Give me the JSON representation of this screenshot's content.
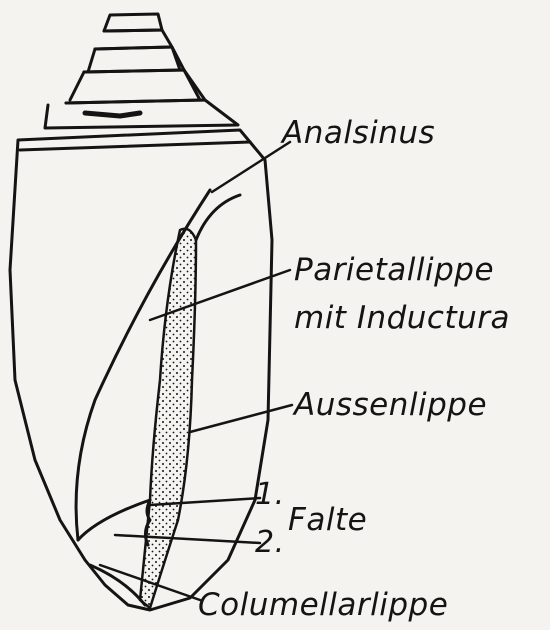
{
  "figure": {
    "labels": {
      "analsinus": "Analsinus",
      "parietallippe_line1": "Parietallippe",
      "parietallippe_line2": "mit Inductura",
      "aussenlippe": "Aussenlippe",
      "falte_1": "1.",
      "falte_2": "2.",
      "falte": "Falte",
      "columellarlippe": "Columellarlippe"
    },
    "colors": {
      "ink": "#141414",
      "paper": "#f4f3ef"
    }
  }
}
